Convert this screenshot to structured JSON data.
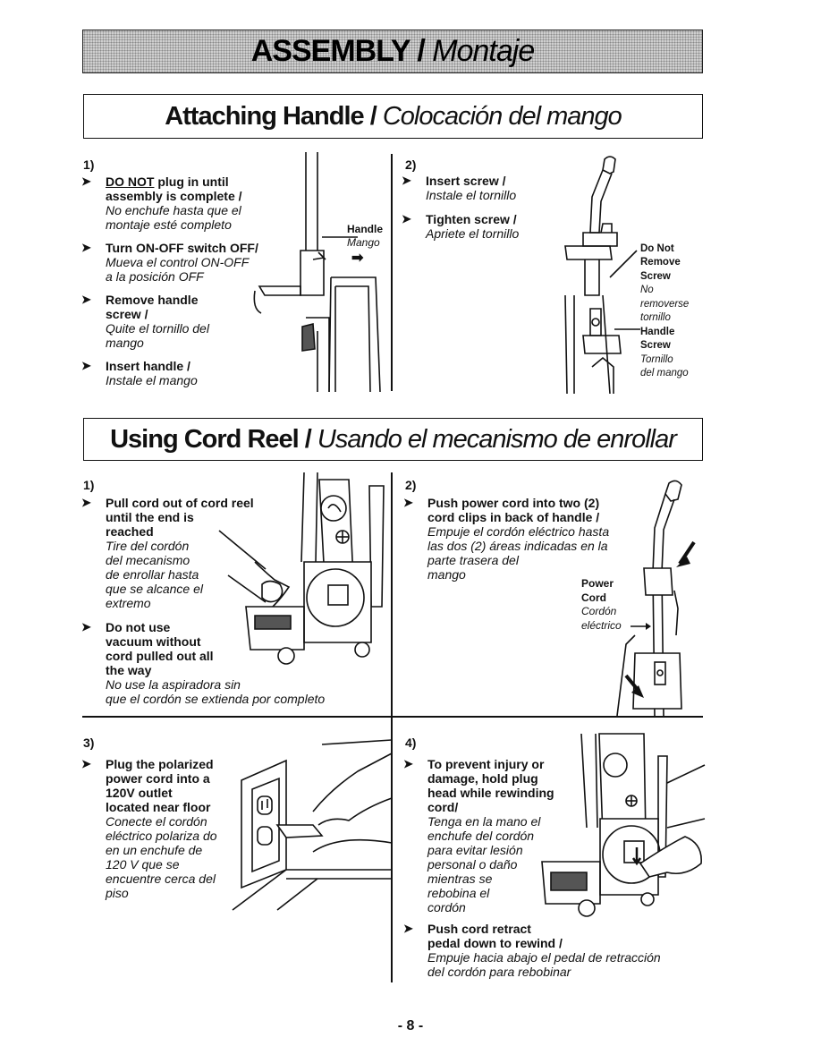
{
  "header": {
    "title_en": "ASSEMBLY",
    "separator": " / ",
    "title_es": "Montaje"
  },
  "attach": {
    "title_en": "Attaching Handle",
    "separator": " / ",
    "title_es": "Colocación del mango",
    "step1": {
      "num": "1)",
      "items": [
        {
          "en_u": "DO NOT",
          "en": " plug in until\nassembly is complete /",
          "es": "No enchufe hasta que el\nmontaje esté completo"
        },
        {
          "en": "Turn ON-OFF switch OFF/",
          "es": "Mueva el control ON-OFF\na la posición OFF"
        },
        {
          "en": "Remove handle\nscrew /",
          "es": "Quite el tornillo del\nmango"
        },
        {
          "en": "Insert handle /",
          "es": "Instale el mango"
        }
      ],
      "label_handle_en": "Handle",
      "label_handle_es": "Mango"
    },
    "step2": {
      "num": "2)",
      "items": [
        {
          "en": "Insert screw /",
          "es": "Instale el tornillo"
        },
        {
          "en": "Tighten screw /",
          "es": "Apriete el tornillo"
        }
      ],
      "label_donot_en": "Do Not\nRemove\nScrew",
      "label_donot_es": "No\nremoverse\ntornillo",
      "label_screw_en": "Handle\nScrew",
      "label_screw_es": "Tornillo\ndel mango"
    }
  },
  "cord": {
    "title_en": "Using Cord Reel",
    "separator": " / ",
    "title_es": "Usando el mecanismo de enrollar",
    "step1": {
      "num": "1)",
      "items": [
        {
          "en": "Pull cord out of cord reel\nuntil the end is\nreached",
          "es": "Tire del cordón\ndel mecanismo\nde enrollar hasta\nque se alcance el\nextremo"
        },
        {
          "en": "Do not use\nvacuum without\ncord pulled out all\nthe way",
          "es": "No use la aspiradora sin\nque el cordón se extienda por completo"
        }
      ]
    },
    "step2": {
      "num": "2)",
      "items": [
        {
          "en": "Push power cord into two (2)\ncord clips in back of handle /",
          "es": "Empuje el cordón eléctrico hasta\nlas dos (2) áreas indicadas en la\nparte trasera del\nmango"
        }
      ],
      "label_power_en": "Power\nCord",
      "label_power_es": "Cordón\neléctrico"
    },
    "step3": {
      "num": "3)",
      "items": [
        {
          "en": "Plug the polarized\npower cord into a\n120V outlet\nlocated near floor",
          "es": "Conecte el cordón\neléctrico polariza do\nen un enchufe de\n120 V que se\nencuentre cerca del\npiso"
        }
      ]
    },
    "step4": {
      "num": "4)",
      "items": [
        {
          "en": "To prevent injury or\ndamage, hold plug\nhead while rewinding\ncord/",
          "es": "Tenga en la mano el\nenchufe del cordón\npara evitar lesión\npersonal o daño\nmientras se\nrebobina el\ncordón"
        },
        {
          "en": "Push cord retract\npedal down to rewind /",
          "es": "Empuje hacia abajo el pedal de retracción\ndel cordón para rebobinar"
        }
      ]
    }
  },
  "footer": {
    "page": "- 8 -"
  }
}
